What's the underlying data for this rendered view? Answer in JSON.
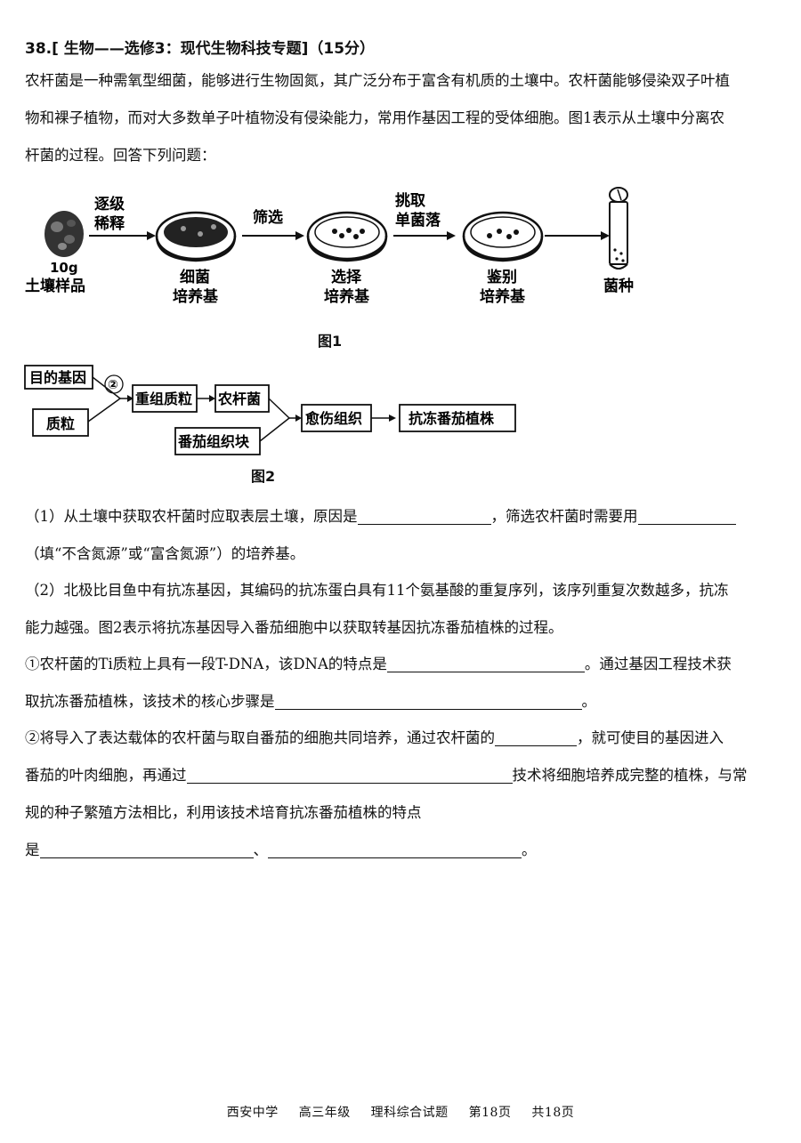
{
  "question": {
    "title": "38.[ 生物——选修3：现代生物科技专题]（15分）",
    "intro": {
      "line1": "农杆菌是一种需氧型细菌，能够进行生物固氮，其广泛分布于富含有机质的土壤中。农杆菌能够侵染双子叶植",
      "line2": "物和裸子植物，而对大多数单子叶植物没有侵染能力，常用作基因工程的受体细胞。图1表示从土壤中分离农",
      "line3": "杆菌的过程。回答下列问题："
    }
  },
  "figure1": {
    "caption": "图1",
    "soil_amount": "10g",
    "soil_label": "土壤样品",
    "arrow1_line1": "逐级",
    "arrow1_line2": "稀释",
    "dish1_line1": "细菌",
    "dish1_line2": "培养基",
    "arrow2": "筛选",
    "dish2_line1": "选择",
    "dish2_line2": "培养基",
    "arrow3_line1": "挑取",
    "arrow3_line2": "单菌落",
    "dish3_line1": "鉴别",
    "dish3_line2": "培养基",
    "tube_label": "菌种"
  },
  "figure2": {
    "caption": "图2",
    "box_gene": "目的基因",
    "box_plasmid": "质粒",
    "step_marker": "②",
    "box_recombinant": "重组质粒",
    "box_agro": "农杆菌",
    "box_tissue": "番茄组织块",
    "box_callus": "愈伤组织",
    "box_plant": "抗冻番茄植株"
  },
  "part1": {
    "a": "（1）从土壤中获取农杆菌时应取表层土壤，原因是",
    "b": "，筛选农杆菌时需要用",
    "c": "（填“不含氮源”或“富含氮源”）的培养基。"
  },
  "part2": {
    "line1": "（2）北极比目鱼中有抗冻基因，其编码的抗冻蛋白具有11个氨基酸的重复序列，该序列重复次数越多，抗冻",
    "line2": "能力越强。图2表示将抗冻基因导入番茄细胞中以获取转基因抗冻番茄植株的过程。"
  },
  "sub1": {
    "a": "①农杆菌的Ti质粒上具有一段T-DNA，该DNA的特点是",
    "b": "。通过基因工程技术获",
    "c": "取抗冻番茄植株，该技术的核心步骤是",
    "d": "。"
  },
  "sub2": {
    "a": "②将导入了表达载体的农杆菌与取自番茄的细胞共同培养，通过农杆菌的",
    "b": "，就可使目的基因进入",
    "c": "番茄的叶肉细胞，再通过",
    "d": "技术将细胞培养成完整的植株，与常",
    "e": "规的种子繁殖方法相比，利用该技术培育抗冻番茄植株的特点",
    "f": "是",
    "g": "、",
    "h": "。"
  },
  "footer": {
    "school": "西安中学",
    "grade": "高三年级",
    "subject": "理科综合试题",
    "page": "第18页",
    "total": "共18页"
  }
}
